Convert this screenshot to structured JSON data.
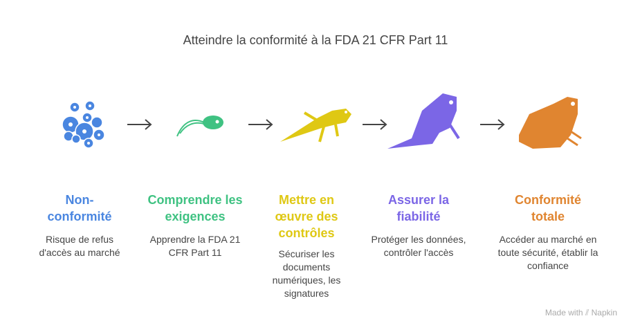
{
  "title": "Atteindre la conformité à la FDA 21 CFR Part 11",
  "stages": [
    {
      "title": "Non-conformité",
      "desc": "Risque de refus d'accès au marché",
      "color": "#4a86e0",
      "icon": "frog-eggs-icon"
    },
    {
      "title": "Comprendre les exigences",
      "desc": "Apprendre la FDA 21 CFR Part 11",
      "color": "#3fc282",
      "icon": "tadpole-icon"
    },
    {
      "title": "Mettre en œuvre des contrôles",
      "desc": "Sécuriser les documents numériques, les signatures",
      "color": "#dfc814",
      "icon": "tadpole-legs-icon"
    },
    {
      "title": "Assurer la fiabilité",
      "desc": "Protéger les données, contrôler l'accès",
      "color": "#7b66e6",
      "icon": "froglet-icon"
    },
    {
      "title": "Conformité totale",
      "desc": "Accéder au marché en toute sécurité, établir la confiance",
      "color": "#e08530",
      "icon": "frog-icon"
    }
  ],
  "footer": {
    "made_with": "Made with",
    "brand": "Napkin"
  }
}
